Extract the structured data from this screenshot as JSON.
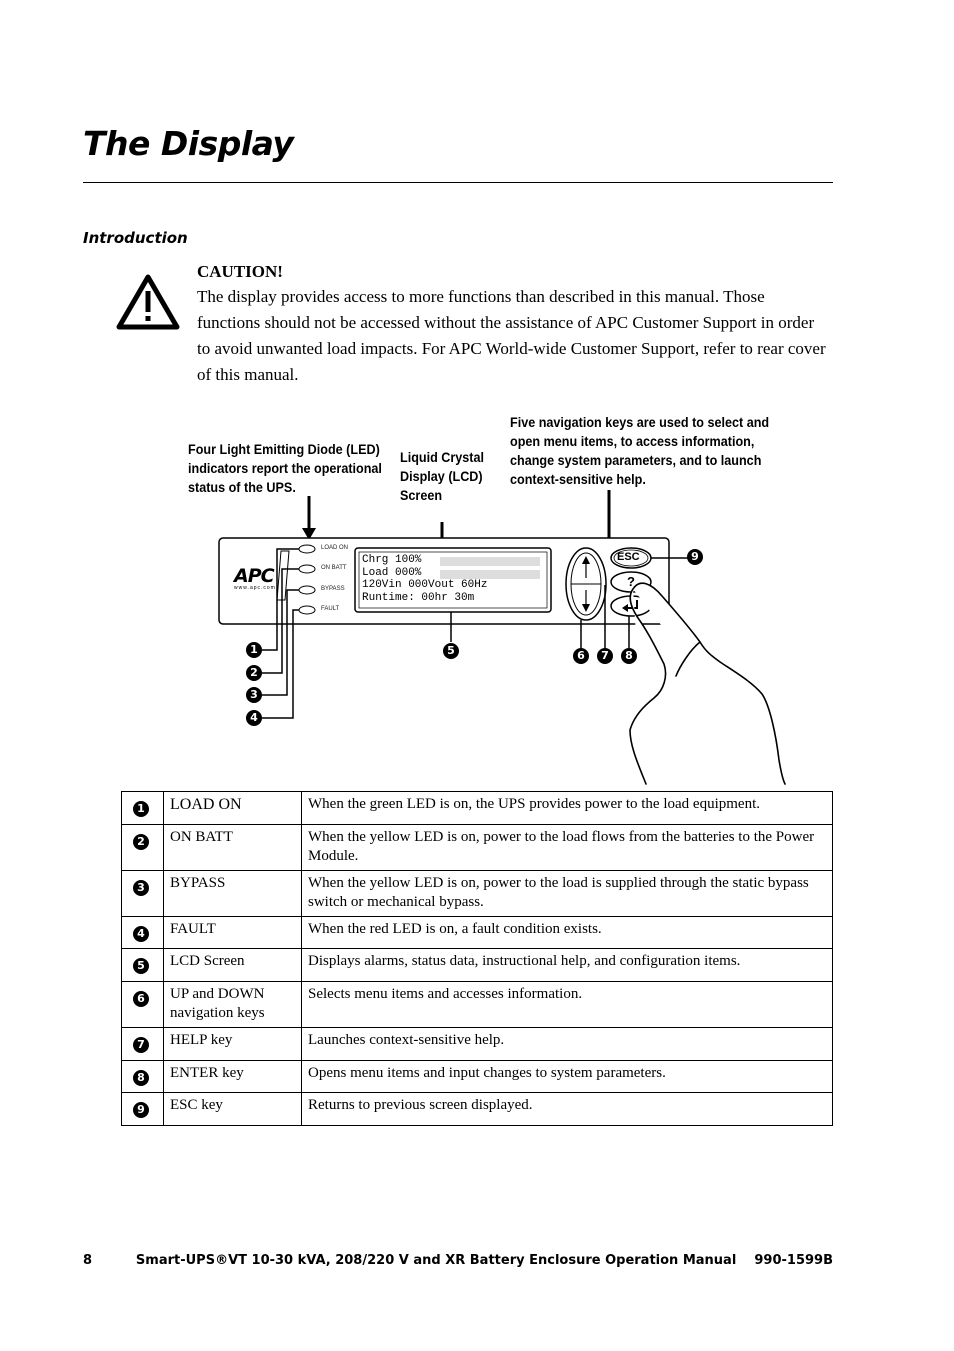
{
  "page": {
    "title": "The Display",
    "section_heading": "Introduction"
  },
  "caution": {
    "title": "CAUTION!",
    "body": "The display provides access to more functions than described in this manual. Those functions should not be accessed without the assistance of APC Customer Support in order to avoid unwanted load impacts. For APC World-wide Customer Support, refer to rear cover of this manual.",
    "icon": "warning-triangle-icon"
  },
  "diagram": {
    "callout_led": "Four Light Emitting Diode (LED) indicators report the operational status of the UPS.",
    "callout_lcd": "Liquid Crystal Display (LCD) Screen",
    "callout_nav": "Five navigation keys are used to select and open menu items, to access information, change system parameters, and to launch context-sensitive help.",
    "logo": "APC",
    "logo_url": "www.apc.com",
    "led_labels": [
      "LOAD ON",
      "ON BATT",
      "BYPASS",
      "FAULT"
    ],
    "lcd_lines": [
      "Chrg 100%",
      "Load 000%",
      "120Vin 000Vout 60Hz",
      "Runtime: 00hr 30m"
    ],
    "keys": {
      "esc": "ESC",
      "help": "?"
    },
    "badges": [
      "1",
      "2",
      "3",
      "4",
      "5",
      "6",
      "7",
      "8",
      "9"
    ]
  },
  "legend": [
    {
      "num": "1",
      "name": "LOAD ON",
      "desc": "When the green LED is on, the UPS provides power to the load equipment."
    },
    {
      "num": "2",
      "name": "ON BATT",
      "desc": "When the yellow LED is on, power to the load flows from the batteries to the Power Module."
    },
    {
      "num": "3",
      "name": "BYPASS",
      "desc": "When the yellow LED is on, power to the load is supplied through the static bypass switch or mechanical bypass."
    },
    {
      "num": "4",
      "name": "FAULT",
      "desc": "When the red LED is on, a fault condition exists."
    },
    {
      "num": "5",
      "name": "LCD Screen",
      "desc": "Displays alarms, status data, instructional help, and configuration items."
    },
    {
      "num": "6",
      "name": "UP and DOWN navigation keys",
      "desc": "Selects menu items and accesses information."
    },
    {
      "num": "7",
      "name": "HELP key",
      "desc": "Launches context-sensitive help."
    },
    {
      "num": "8",
      "name": "ENTER key",
      "desc": "Opens menu items and input changes to system parameters."
    },
    {
      "num": "9",
      "name": "ESC key",
      "desc": "Returns to previous screen displayed."
    }
  ],
  "footer": {
    "page_number": "8",
    "doc_title": "Smart-UPS®VT 10-30 kVA, 208/220 V and XR Battery Enclosure Operation Manual    990-1599B"
  }
}
